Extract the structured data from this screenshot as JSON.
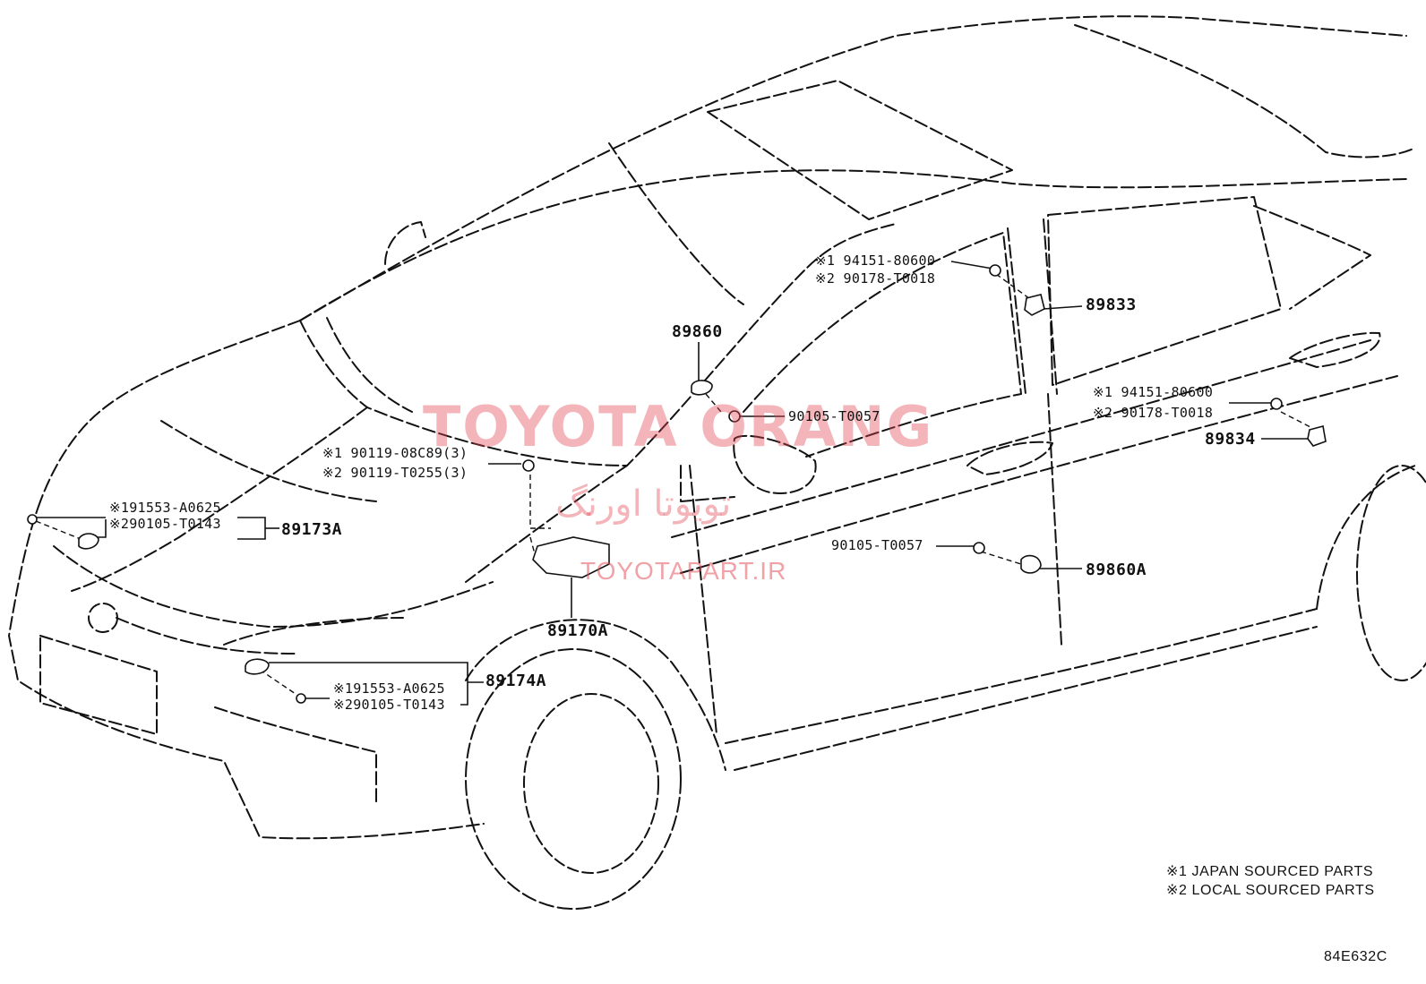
{
  "watermark": {
    "brand": "TOYOTA ORANG",
    "farsi": "تویوتا اورنگ",
    "site": "TOYOTAPART.IR"
  },
  "parts": {
    "p89860": "89860",
    "p89833": "89833",
    "p89834": "89834",
    "p89860a": "89860A",
    "p89170a": "89170A",
    "p89173a": "89173A",
    "p89174a": "89174A"
  },
  "fasteners": {
    "f89833_1": "※1 94151-80600",
    "f89833_2": "※2 90178-T0018",
    "f89834_1": "※1 94151-80600",
    "f89834_2": "※2 90178-T0018",
    "f89860_bolt": "90105-T0057",
    "f89860a_bolt": "90105-T0057",
    "f89170a_1": "※1 90119-08C89(3)",
    "f89170a_2": "※2 90119-T0255(3)",
    "f89173a_1": "※191553-A0625",
    "f89173a_2": "※290105-T0143",
    "f89174a_1": "※191553-A0625",
    "f89174a_2": "※290105-T0143"
  },
  "legend": {
    "line1": "※1 JAPAN SOURCED PARTS",
    "line2": "※2 LOCAL SOURCED PARTS"
  },
  "diagram_code": "84E632C"
}
